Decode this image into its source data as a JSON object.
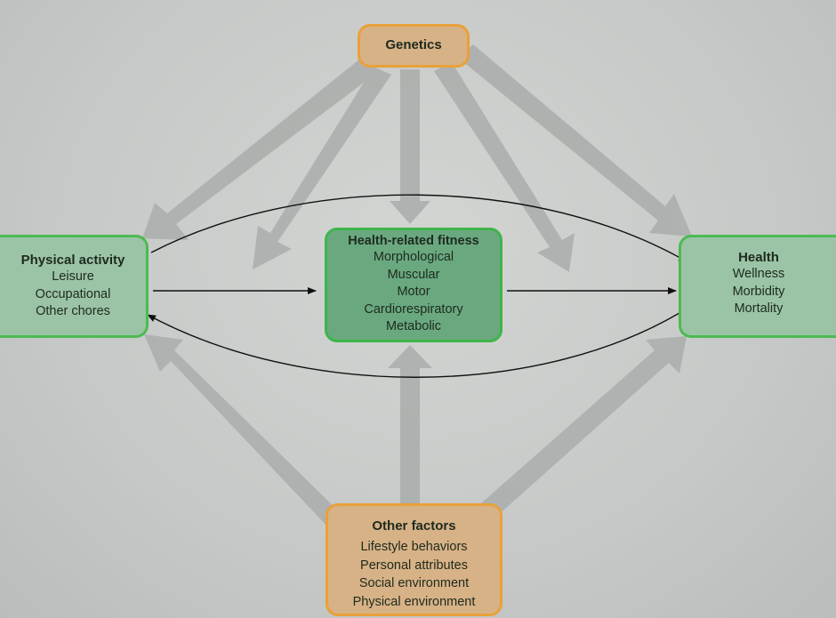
{
  "genetics": {
    "title": "Genetics"
  },
  "physical_activity": {
    "title": "Physical activity",
    "items": [
      "Leisure",
      "Occupational",
      "Other chores"
    ]
  },
  "fitness": {
    "title": "Health-related fitness",
    "items": [
      "Morphological",
      "Muscular",
      "Motor",
      "Cardiorespiratory",
      "Metabolic"
    ]
  },
  "health": {
    "title": "Health",
    "items": [
      "Wellness",
      "Morbidity",
      "Mortality"
    ]
  },
  "other_factors": {
    "title": "Other factors",
    "items": [
      "Lifestyle behaviors",
      "Personal attributes",
      "Social environment",
      "Physical environment"
    ]
  },
  "colors": {
    "orange_border": "#e8a13a",
    "orange_fill": "#d7b286",
    "green_border": "#4cba52",
    "green_fill": "#9bc4a6",
    "green_dark_fill": "#6aa980",
    "gray_arrow": "#a9adab",
    "black_arrow": "#111111"
  }
}
